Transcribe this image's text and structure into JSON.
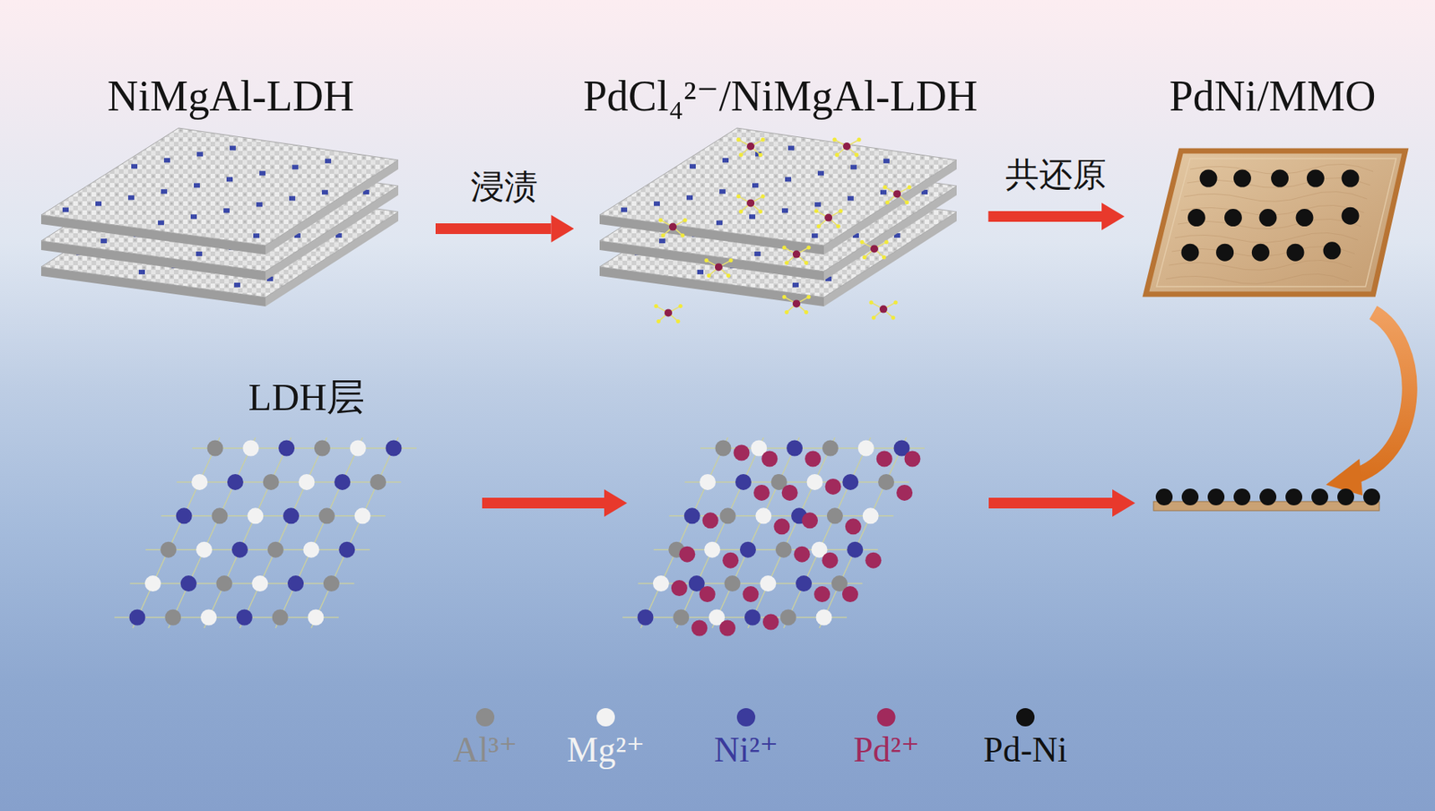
{
  "diagram": {
    "nodes": [
      {
        "text": [
          "NiMgAl-LDH"
        ]
      },
      {
        "text": [
          "PdCl₄²⁻/NiMgAl-LDH"
        ]
      },
      {
        "text": [
          "PdNi/MMO"
        ]
      },
      {
        "text": [
          "LDH层"
        ]
      }
    ],
    "edges": [
      {
        "from": 0,
        "to": 1,
        "arrow": "to",
        "label": "浸渍"
      },
      {
        "from": 1,
        "to": 2,
        "arrow": "to",
        "label": "共还原"
      }
    ],
    "legend": [
      {
        "text": "Al³⁺",
        "color": "#8c8c8c"
      },
      {
        "text": "Mg²⁺",
        "color": "#f2f2f2"
      },
      {
        "text": "Ni²⁺",
        "color": "#3b3b9c"
      },
      {
        "text": "Pd²⁺",
        "color": "#a12a5c"
      },
      {
        "text": "Pd-Ni",
        "color": "#111111"
      }
    ]
  }
}
